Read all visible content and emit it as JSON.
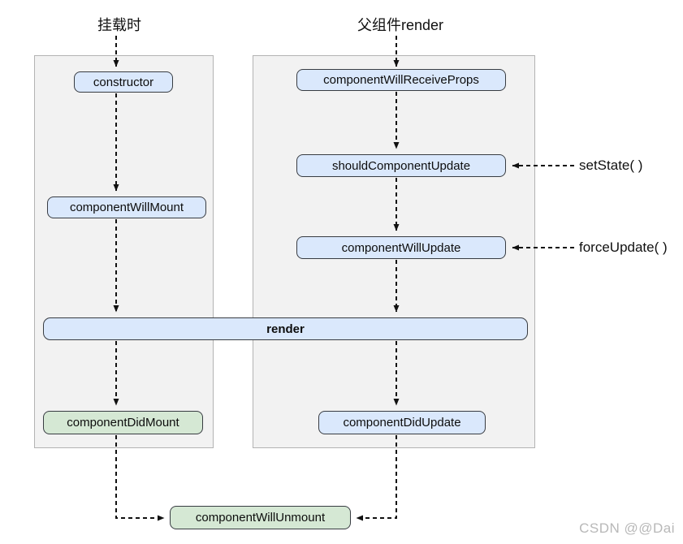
{
  "headers": {
    "mounting": "挂载时",
    "parent_render": "父组件render"
  },
  "nodes": {
    "constructor": {
      "label": "constructor",
      "color": "blue"
    },
    "component_will_mount": {
      "label": "componentWillMount",
      "color": "blue"
    },
    "component_will_receive_props": {
      "label": "componentWillReceiveProps",
      "color": "blue"
    },
    "should_component_update": {
      "label": "shouldComponentUpdate",
      "color": "blue"
    },
    "component_will_update": {
      "label": "componentWillUpdate",
      "color": "blue"
    },
    "render": {
      "label": "render",
      "color": "blue"
    },
    "component_did_mount": {
      "label": "componentDidMount",
      "color": "green"
    },
    "component_did_update": {
      "label": "componentDidUpdate",
      "color": "blue"
    },
    "component_will_unmount": {
      "label": "componentWillUnmount",
      "color": "green"
    }
  },
  "triggers": {
    "set_state": "setState( )",
    "force_update": "forceUpdate( )"
  },
  "watermark": "CSDN @@Dai",
  "colors": {
    "node_blue_fill": "#dae8fc",
    "node_green_fill": "#d5e8d4",
    "node_border": "#383c42",
    "panel_fill": "#f2f2f2",
    "panel_border": "#b3b3b3",
    "arrow": "#111111",
    "watermark_text": "#b8b8b8"
  }
}
